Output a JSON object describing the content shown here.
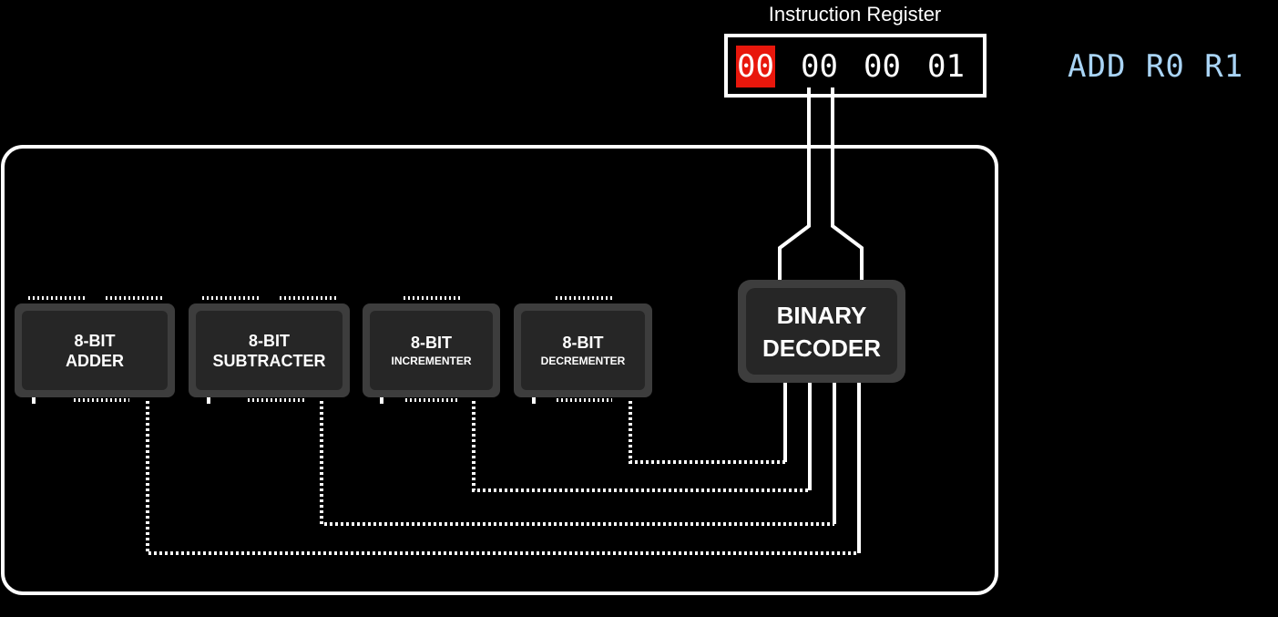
{
  "instruction_register": {
    "title": "Instruction Register",
    "fields": [
      "00",
      "00",
      "00",
      "01"
    ],
    "highlight_color": "#e8170c"
  },
  "assembly": "ADD R0 R1",
  "chips": [
    {
      "line1": "8-BIT",
      "line2": "ADDER"
    },
    {
      "line1": "8-BIT",
      "line2": "SUBTRACTER"
    },
    {
      "line1": "8-BIT",
      "line2": "INCREMENTER"
    },
    {
      "line1": "8-BIT",
      "line2": "DECREMENTER"
    }
  ],
  "decoder": {
    "line1": "BINARY",
    "line2": "DECODER"
  },
  "colors": {
    "background": "#000000",
    "wire": "#ffffff",
    "chip_outer": "#3d3d3d",
    "chip_inner": "#262626",
    "assembly_text": "#a9d4f5"
  }
}
